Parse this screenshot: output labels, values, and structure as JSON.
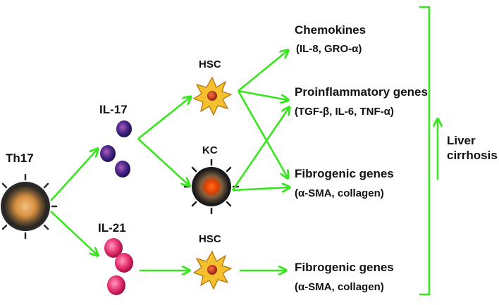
{
  "colors": {
    "arrow": "#39e51e",
    "th17_core": "#e8a050",
    "il17_cell": "#4a2a8a",
    "il21_cell": "#e83070",
    "hsc_fill": "#f5c030",
    "hsc_nucleus": "#d04020",
    "kc_core": "#ff5500"
  },
  "labels": {
    "th17": "Th17",
    "il17": "IL-17",
    "il21": "IL-21",
    "hsc_top": "HSC",
    "kc": "KC",
    "hsc_bottom": "HSC",
    "chemokines": "Chemokines",
    "chemokines_sub": "(IL-8, GRO-α)",
    "proinflammatory": "Proinflammatory genes",
    "proinflammatory_sub": "(TGF-β, IL-6, TNF-α)",
    "fibrogenic_mid": "Fibrogenic genes",
    "fibrogenic_mid_sub": "(α-SMA, collagen)",
    "fibrogenic_bottom": "Fibrogenic genes",
    "fibrogenic_bottom_sub": "(α-SMA, collagen)",
    "outcome_line1": "Liver",
    "outcome_line2": "cirrhosis"
  }
}
